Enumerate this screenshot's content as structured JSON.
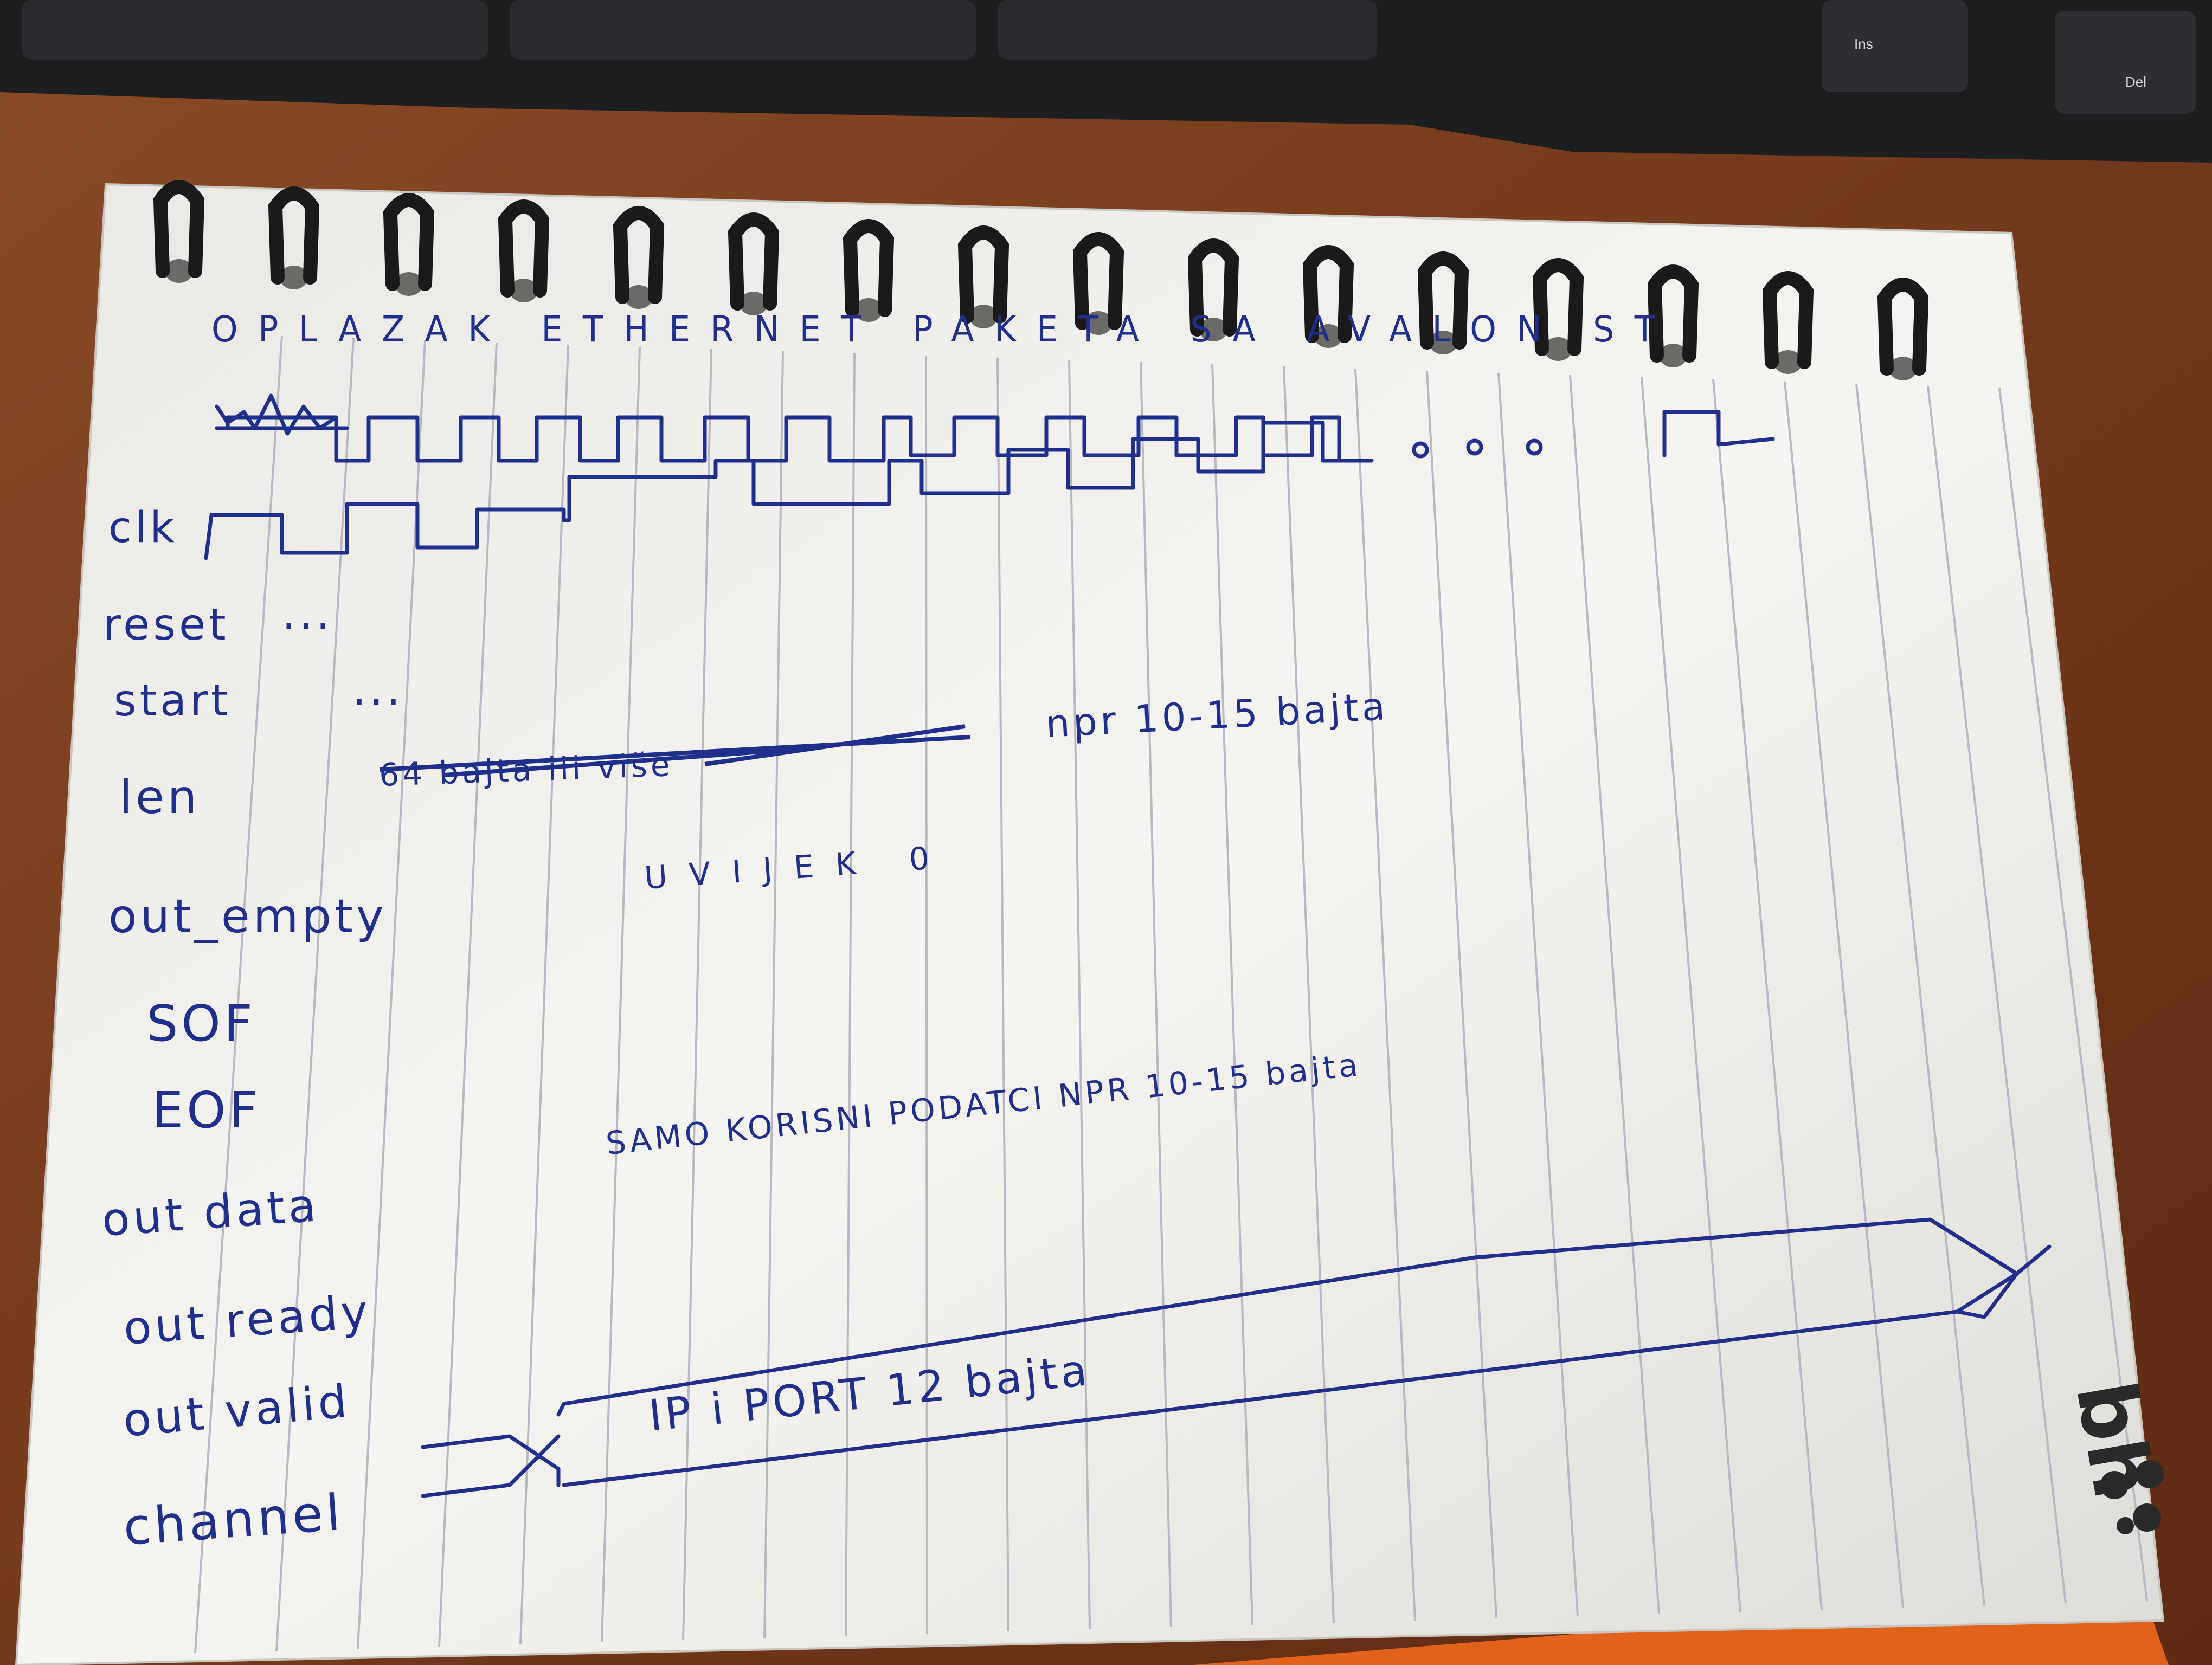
{
  "notebook": {
    "title": "OPLAZAK ETHERNET PAKETA SA AVALON ST",
    "brand_mark": "bh",
    "signals": [
      {
        "label": "clk",
        "note": ""
      },
      {
        "label": "reset",
        "note": "..."
      },
      {
        "label": "start",
        "note": "..."
      },
      {
        "label": "len",
        "struck": "64 bajta ili više",
        "note": "npr 10-15 bajta"
      },
      {
        "label": "out_empty",
        "note": "UVIJEK 0"
      },
      {
        "label": "SOF",
        "note": ""
      },
      {
        "label": "EOF",
        "note": ""
      },
      {
        "label": "out data",
        "note": "SAMO KORISNI PODATCI NPR 10-15 bajta"
      },
      {
        "label": "out ready",
        "note": ""
      },
      {
        "label": "out valid",
        "note": ""
      },
      {
        "label": "channel",
        "note": "IP i PORT 12 bajta"
      }
    ]
  },
  "keyboard": {
    "keys": [
      "Ins",
      "Del"
    ]
  },
  "colors": {
    "ink": "#1f2f8c",
    "paper": "#f3f2ee",
    "desk": "#7a3a1c",
    "keyboard": "#1d1e20"
  }
}
